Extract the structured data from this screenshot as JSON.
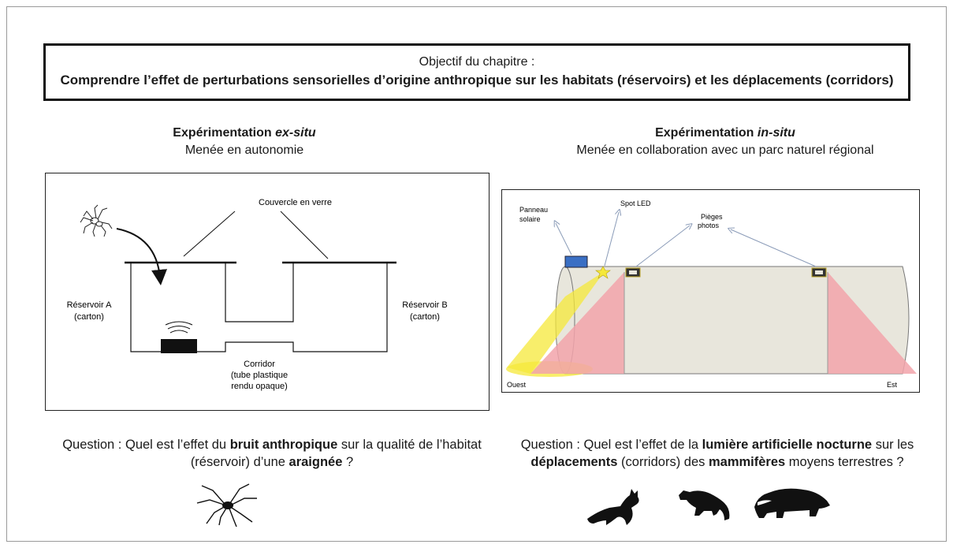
{
  "objective": {
    "title": "Objectif du chapitre :",
    "text": "Comprendre l’effet de perturbations sensorielles d’origine anthropique sur les habitats (réservoirs) et les déplacements (corridors)"
  },
  "left": {
    "heading_prefix": "Expérimentation ",
    "heading_em": "ex-situ",
    "subheading": "Menée en autonomie",
    "diagram": {
      "lid_label": "Couvercle en verre",
      "reservoir_a": [
        "Réservoir A",
        "(carton)"
      ],
      "reservoir_b": [
        "Réservoir B",
        "(carton)"
      ],
      "corridor": [
        "Corridor",
        "(tube plastique",
        "rendu opaque)"
      ]
    },
    "question": {
      "p1": "Question : Quel est l’effet du ",
      "b1": "bruit anthropique",
      "p2": " sur la qualité de l’habitat (réservoir) d’une ",
      "b2": "araignée",
      "p3": " ?"
    }
  },
  "right": {
    "heading_prefix": "Expérimentation ",
    "heading_em": "in-situ",
    "subheading": "Menée en collaboration avec un parc naturel régional",
    "diagram": {
      "solar_panel": [
        "Panneau",
        "solaire"
      ],
      "spot": "Spot LED",
      "traps": [
        "Pièges",
        "photos"
      ],
      "west": "Ouest",
      "east": "Est"
    },
    "question": {
      "p1": "Question : Quel est l’effet de la ",
      "b1": "lumière artificielle nocturne",
      "p2": " sur les ",
      "b2": "déplacements",
      "p3": " (corridors) des ",
      "b3": "mammifères",
      "p4": " moyens terrestres ?"
    }
  },
  "colors": {
    "light_beam": "#f5e83a",
    "camera_cone": "#f2a3aa",
    "tube": "#e8e6dc",
    "solar_panel": "#3a6fc4",
    "arrow": "#8a9bb8"
  },
  "icons": [
    "spider-icon",
    "fox-icon",
    "marten-icon",
    "badger-icon",
    "speaker-icon",
    "sun-icon",
    "camera-icon"
  ]
}
